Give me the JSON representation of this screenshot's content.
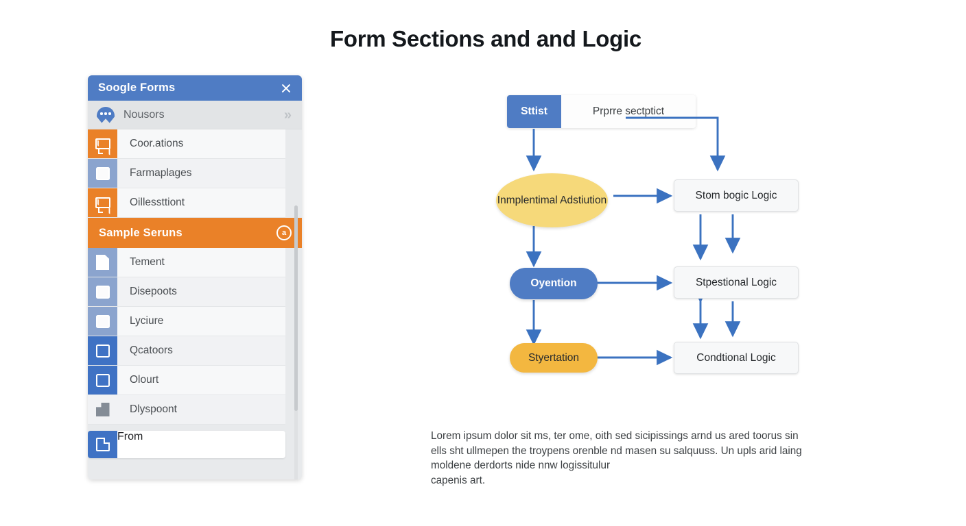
{
  "page": {
    "title": "Form Sections and and Logic",
    "accent_blue": "#4f7cc4",
    "accent_orange": "#ea8128",
    "accent_yellow": "#f6d97a"
  },
  "sidebar": {
    "header": {
      "title": "Soogle Forms",
      "close_icon": "close-icon"
    },
    "nousors": {
      "label": "Nousors",
      "icon": "speech-bubble-icon",
      "chevron": "»"
    },
    "items_top": [
      {
        "label": "Coor.ations",
        "icon": "envelope-icon",
        "swatch": "orange"
      },
      {
        "label": "Farmaplages",
        "icon": "square-icon",
        "swatch": "bluegray"
      },
      {
        "label": "Oillessttiont",
        "icon": "envelope-icon",
        "swatch": "orange"
      }
    ],
    "section_header": {
      "title": "Sample Seruns",
      "icon": "at-circle-icon"
    },
    "items_bottom": [
      {
        "label": "Tement",
        "icon": "page-icon",
        "swatch": "bluegray"
      },
      {
        "label": "Disepoots",
        "icon": "square-icon",
        "swatch": "bluegray"
      },
      {
        "label": "Lyciure",
        "icon": "square-icon",
        "swatch": "bluegray"
      },
      {
        "label": "Qcatoors",
        "icon": "square-outline-icon",
        "swatch": "blue"
      },
      {
        "label": "Olourt",
        "icon": "square-outline-icon",
        "swatch": "blue"
      },
      {
        "label": "Dlyspoont",
        "icon": "folder-icon",
        "swatch": "light"
      }
    ],
    "from_row": {
      "label": "From",
      "icon": "document-corner-icon",
      "swatch": "blue"
    }
  },
  "diagram": {
    "tabs": [
      {
        "label": "Sttist",
        "active": true
      },
      {
        "label": "Prprre sectptict",
        "active": false
      }
    ],
    "nodes": [
      {
        "id": "n1",
        "label": "Inmplentimal Adstiution",
        "shape": "ellipse"
      },
      {
        "id": "n2",
        "label": "Stom bogic Logic",
        "shape": "box"
      },
      {
        "id": "n3",
        "label": "Oyention",
        "shape": "pill-blue"
      },
      {
        "id": "n4",
        "label": "Stpestional Logic",
        "shape": "box"
      },
      {
        "id": "n5",
        "label": "Styertation",
        "shape": "pill-orange"
      },
      {
        "id": "n6",
        "label": "Condtional Logic",
        "shape": "box"
      }
    ],
    "arrow_color": "#3b72c0"
  },
  "body": {
    "lines": [
      "Lorem ipsum dolor sit ms, ter ome, oith sed sicipissings arnd us ared toorus sin",
      "ells sht ullmepen the troypens orenble nd masen su salquuss. Un upls arid laing",
      "moldene derdorts nide nnw logissitulur",
      "capenis art."
    ]
  }
}
